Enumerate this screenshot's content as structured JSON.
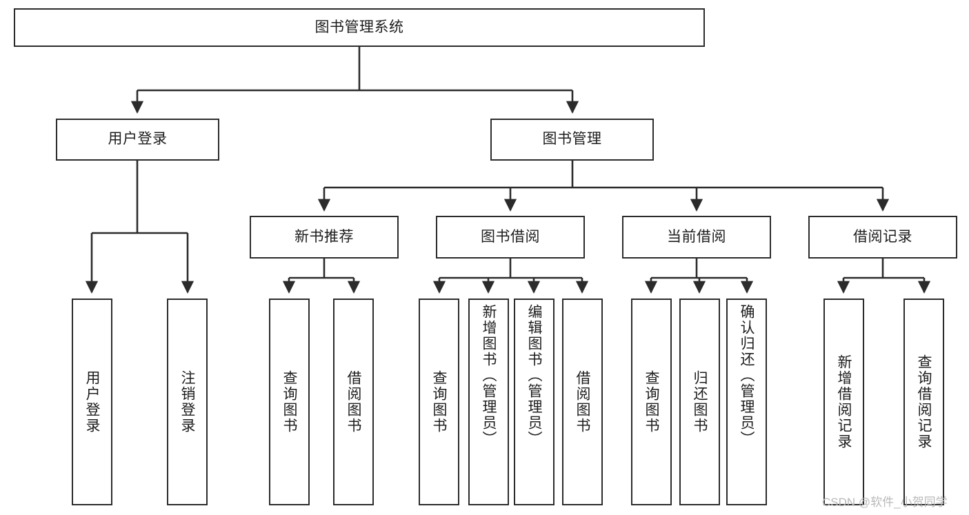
{
  "diagram": {
    "type": "tree",
    "title": "图书管理系统",
    "colors": {
      "box_border": "#2b2b2b",
      "box_fill": "#ffffff",
      "edge": "#2b2b2b",
      "text": "#1c1c1c",
      "watermark": "#b9b9b9"
    },
    "nodes": {
      "root": {
        "label": "图书管理系统",
        "level": 1,
        "orientation": "horizontal"
      },
      "n_user_login": {
        "label": "用户登录",
        "level": 2,
        "orientation": "horizontal"
      },
      "n_book_mgmt": {
        "label": "图书管理",
        "level": 2,
        "orientation": "horizontal"
      },
      "n_new_book_rec": {
        "label": "新书推荐",
        "level": 3,
        "orientation": "horizontal"
      },
      "n_book_borrow": {
        "label": "图书借阅",
        "level": 3,
        "orientation": "horizontal"
      },
      "n_current_borrow": {
        "label": "当前借阅",
        "level": 3,
        "orientation": "horizontal"
      },
      "n_borrow_record": {
        "label": "借阅记录",
        "level": 3,
        "orientation": "horizontal"
      },
      "l_user_login": {
        "label": "用户登录",
        "level": 4,
        "orientation": "vertical"
      },
      "l_logout_login": {
        "label": "注销登录",
        "level": 4,
        "orientation": "vertical"
      },
      "l_query_books_1": {
        "label": "查询图书",
        "level": 4,
        "orientation": "vertical"
      },
      "l_borrow_books_1": {
        "label": "借阅图书",
        "level": 4,
        "orientation": "vertical"
      },
      "l_query_books_2": {
        "label": "查询图书",
        "level": 4,
        "orientation": "vertical"
      },
      "l_add_book_admin": {
        "label": "新增图书（管理员）",
        "level": 4,
        "orientation": "vertical"
      },
      "l_edit_book_admin": {
        "label": "编辑图书（管理员）",
        "level": 4,
        "orientation": "vertical"
      },
      "l_borrow_books_2": {
        "label": "借阅图书",
        "level": 4,
        "orientation": "vertical"
      },
      "l_query_books_3": {
        "label": "查询图书",
        "level": 4,
        "orientation": "vertical"
      },
      "l_return_books": {
        "label": "归还图书",
        "level": 4,
        "orientation": "vertical"
      },
      "l_confirm_return_admin": {
        "label": "确认归还（管理员）",
        "level": 4,
        "orientation": "vertical"
      },
      "l_add_borrow_record": {
        "label": "新增借阅记录",
        "level": 4,
        "orientation": "vertical"
      },
      "l_query_borrow_record": {
        "label": "查询借阅记录",
        "level": 4,
        "orientation": "vertical"
      }
    },
    "edges": [
      {
        "from": "root",
        "to": "n_user_login"
      },
      {
        "from": "root",
        "to": "n_book_mgmt"
      },
      {
        "from": "n_user_login",
        "to": "l_user_login"
      },
      {
        "from": "n_user_login",
        "to": "l_logout_login"
      },
      {
        "from": "n_book_mgmt",
        "to": "n_new_book_rec"
      },
      {
        "from": "n_book_mgmt",
        "to": "n_book_borrow"
      },
      {
        "from": "n_book_mgmt",
        "to": "n_current_borrow"
      },
      {
        "from": "n_book_mgmt",
        "to": "n_borrow_record"
      },
      {
        "from": "n_new_book_rec",
        "to": "l_query_books_1"
      },
      {
        "from": "n_new_book_rec",
        "to": "l_borrow_books_1"
      },
      {
        "from": "n_book_borrow",
        "to": "l_query_books_2"
      },
      {
        "from": "n_book_borrow",
        "to": "l_add_book_admin"
      },
      {
        "from": "n_book_borrow",
        "to": "l_edit_book_admin"
      },
      {
        "from": "n_book_borrow",
        "to": "l_borrow_books_2"
      },
      {
        "from": "n_current_borrow",
        "to": "l_query_books_3"
      },
      {
        "from": "n_current_borrow",
        "to": "l_return_books"
      },
      {
        "from": "n_current_borrow",
        "to": "l_confirm_return_admin"
      },
      {
        "from": "n_borrow_record",
        "to": "l_add_borrow_record"
      },
      {
        "from": "n_borrow_record",
        "to": "l_query_borrow_record"
      }
    ]
  },
  "watermark": {
    "text": "CSDN @软件_小贺同学"
  }
}
